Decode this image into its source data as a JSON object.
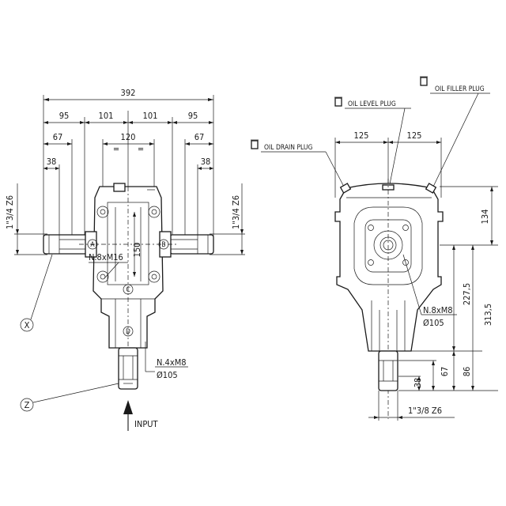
{
  "front_view": {
    "overall_width": "392",
    "seg_95_left": "95",
    "seg_101_left": "101",
    "seg_101_right": "101",
    "seg_95_right": "95",
    "seg_67_left": "67",
    "seg_120": "120",
    "eq_left": "=",
    "eq_right": "=",
    "seg_67_right": "67",
    "seg_38_left": "38",
    "seg_38_right": "38",
    "spline_left": "1\"3/4 Z6",
    "spline_right": "1\"3/4 Z6",
    "height_150": "150",
    "bolt_note": "N.8xM16",
    "input_note": "N.4xM8",
    "input_dia": "Ø105",
    "marker_a": "A",
    "marker_b": "B",
    "marker_c": "C",
    "marker_d": "D",
    "marker_x": "X",
    "marker_z": "Z",
    "input_label": "INPUT"
  },
  "side_view": {
    "oil_filler_plug": "OIL FILLER PLUG",
    "oil_level_plug": "OIL LEVEL PLUG",
    "oil_drain_plug": "OIL DRAIN PLUG",
    "seg_125_left": "125",
    "seg_125_right": "125",
    "height_134": "134",
    "height_227_5": "227,5",
    "height_313_5": "313,5",
    "height_86": "86",
    "height_67": "67",
    "height_38": "38",
    "face_note": "N.8xM8",
    "face_dia": "Ø105",
    "spline_bottom": "1\"3/8 Z6"
  }
}
